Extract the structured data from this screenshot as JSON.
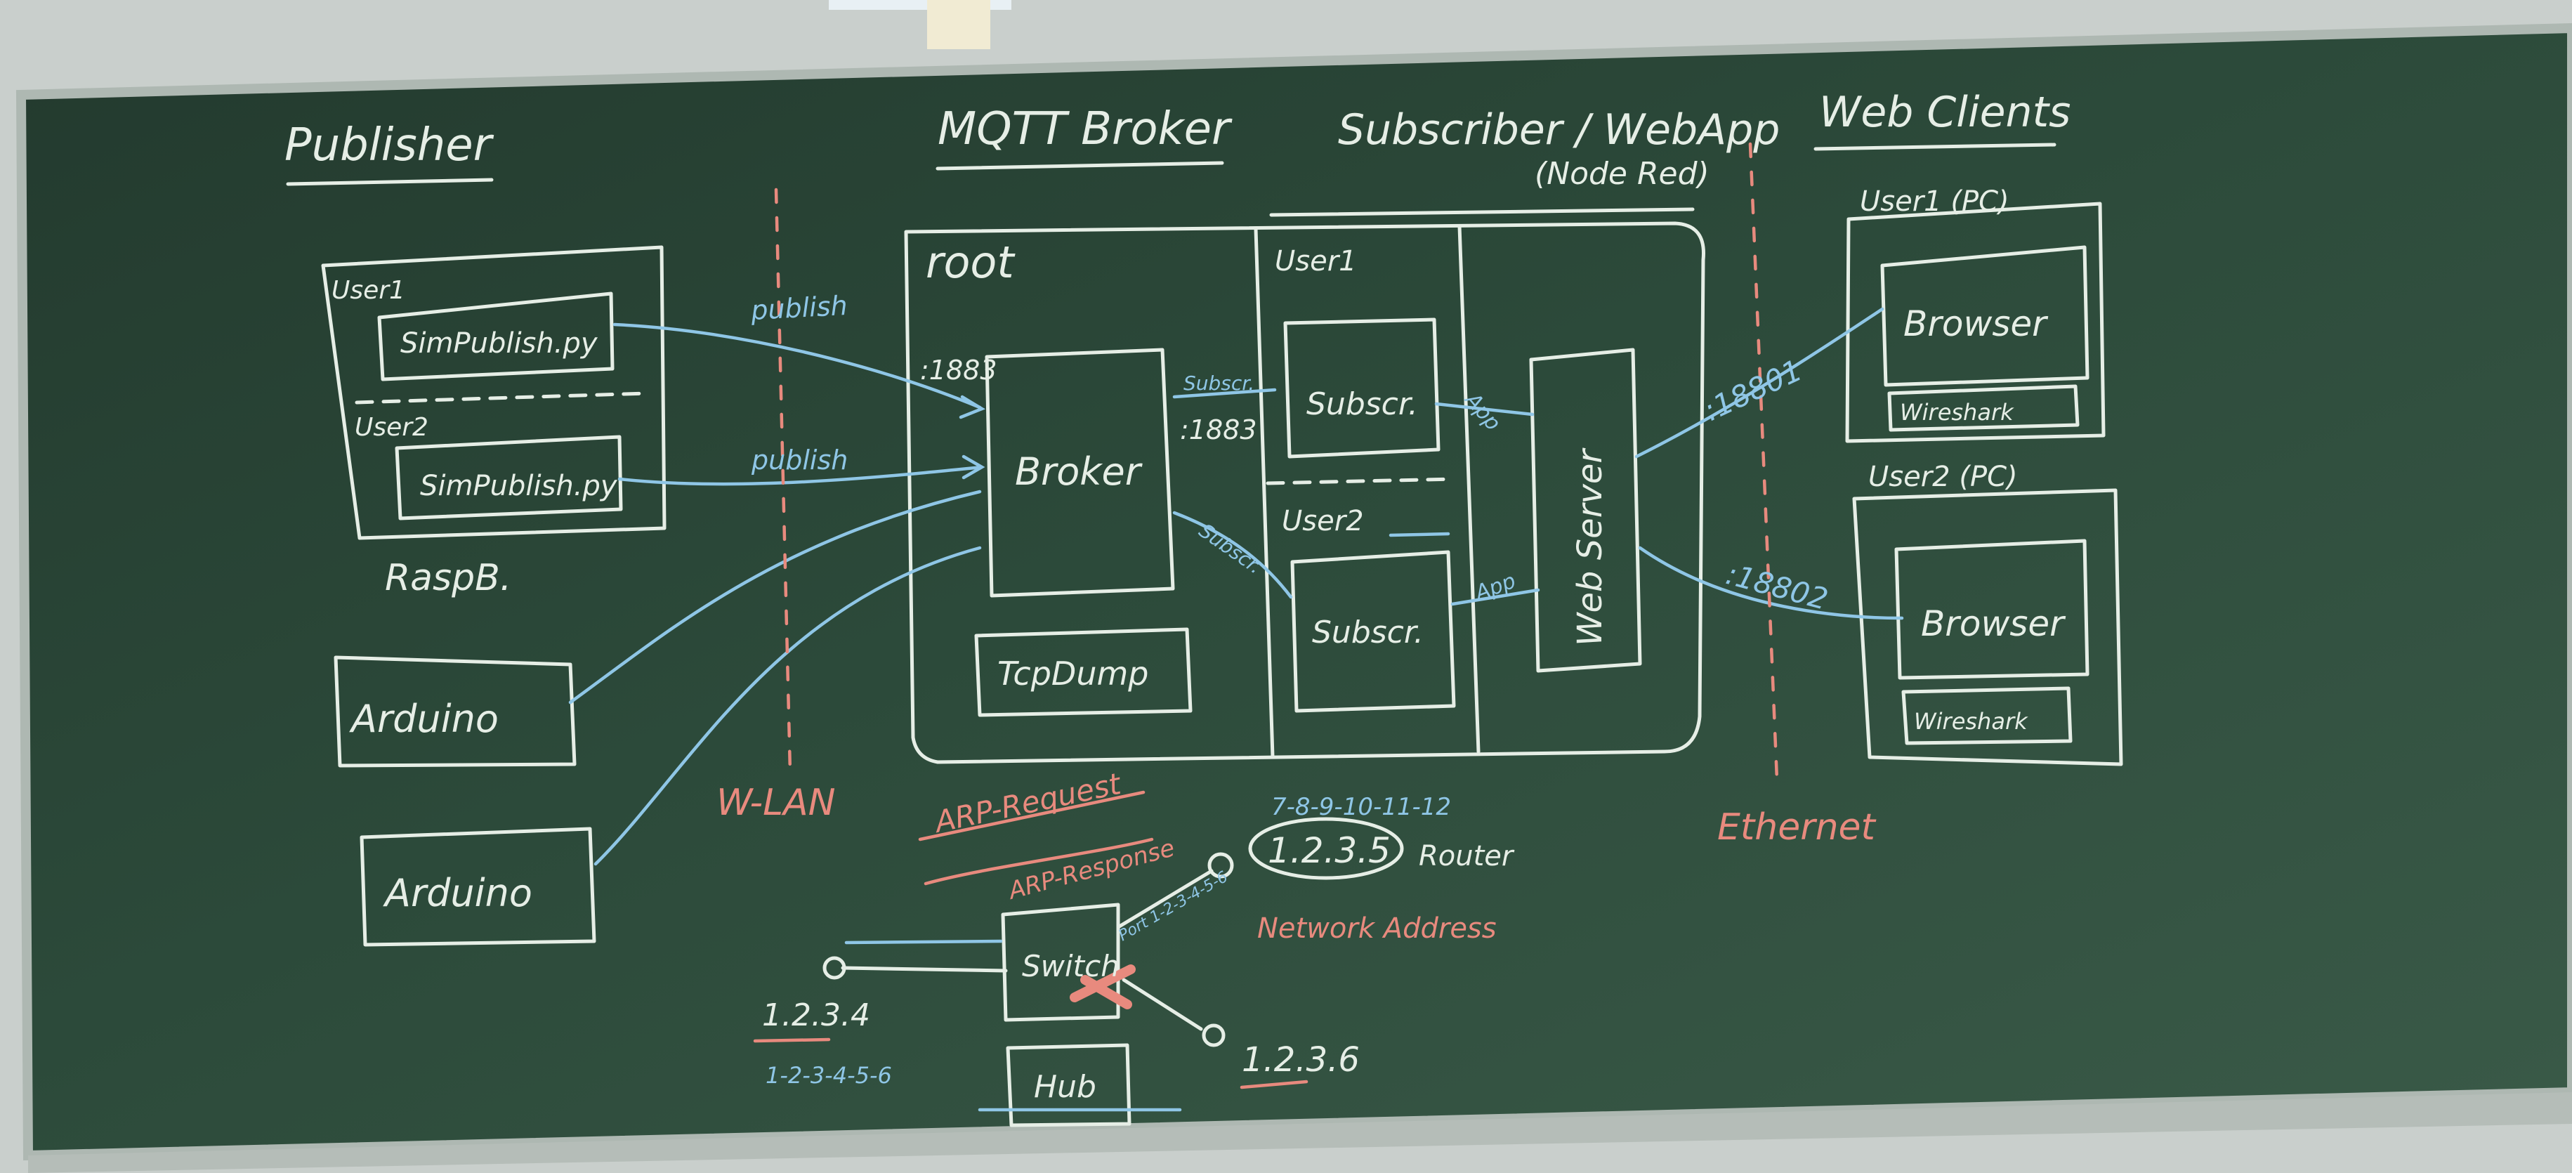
{
  "colors": {
    "board": "#2c4a3a",
    "board_dark": "#1d3328",
    "chalk_white": "#e6eee6",
    "chalk_blue": "#8fc6e6",
    "chalk_red": "#e88a7e",
    "frame": "#b9c1bd"
  },
  "sections": {
    "publisher": "Publisher",
    "broker": "MQTT Broker",
    "subscriber": "Subscriber / WebApp",
    "subscriber_sub": "(Node Red)",
    "clients": "Web Clients"
  },
  "publisher": {
    "user1": "User1",
    "script1": "SimPublish.py",
    "user2": "User2",
    "script2": "SimPublish.py",
    "device": "RaspB.",
    "arduino1": "Arduino",
    "arduino2": "Arduino"
  },
  "network_labels": {
    "publish1": "publish",
    "publish2": "publish",
    "wlan": "W-LAN",
    "ethernet": "Ethernet"
  },
  "broker": {
    "root": "root",
    "port_in": ":1883",
    "broker": "Broker",
    "tcpdump": "TcpDump",
    "port_sub": ":1883",
    "subscribe_label": "Subscr.",
    "subscribe_label2": "Subscr."
  },
  "subscriber": {
    "user1": "User1",
    "subscr1": "Subscr.",
    "user2": "User2",
    "subscr2": "Subscr.",
    "app1": "App",
    "app2": "App",
    "webserver": "Web Server"
  },
  "clients": {
    "user1": "User1 (PC)",
    "browser1": "Browser",
    "wireshark1": "Wireshark",
    "port1": ":18801",
    "user2": "User2 (PC)",
    "browser2": "Browser",
    "wireshark2": "Wireshark",
    "port2": ":18802"
  },
  "network": {
    "arp_request": "ARP-Request",
    "arp_response": "ARP-Response",
    "router_mac": "7-8-9-10-11-12",
    "router_ip": "1.2.3.5",
    "router": "Router",
    "network_address": "Network Address",
    "switch": "Switch",
    "hub": "Hub",
    "host1_ip": "1.2.3.4",
    "host1_mac": "1-2-3-4-5-6",
    "host2_ip": "1.2.3.6",
    "port_label": "Port 1-2-3-4-5-6"
  }
}
